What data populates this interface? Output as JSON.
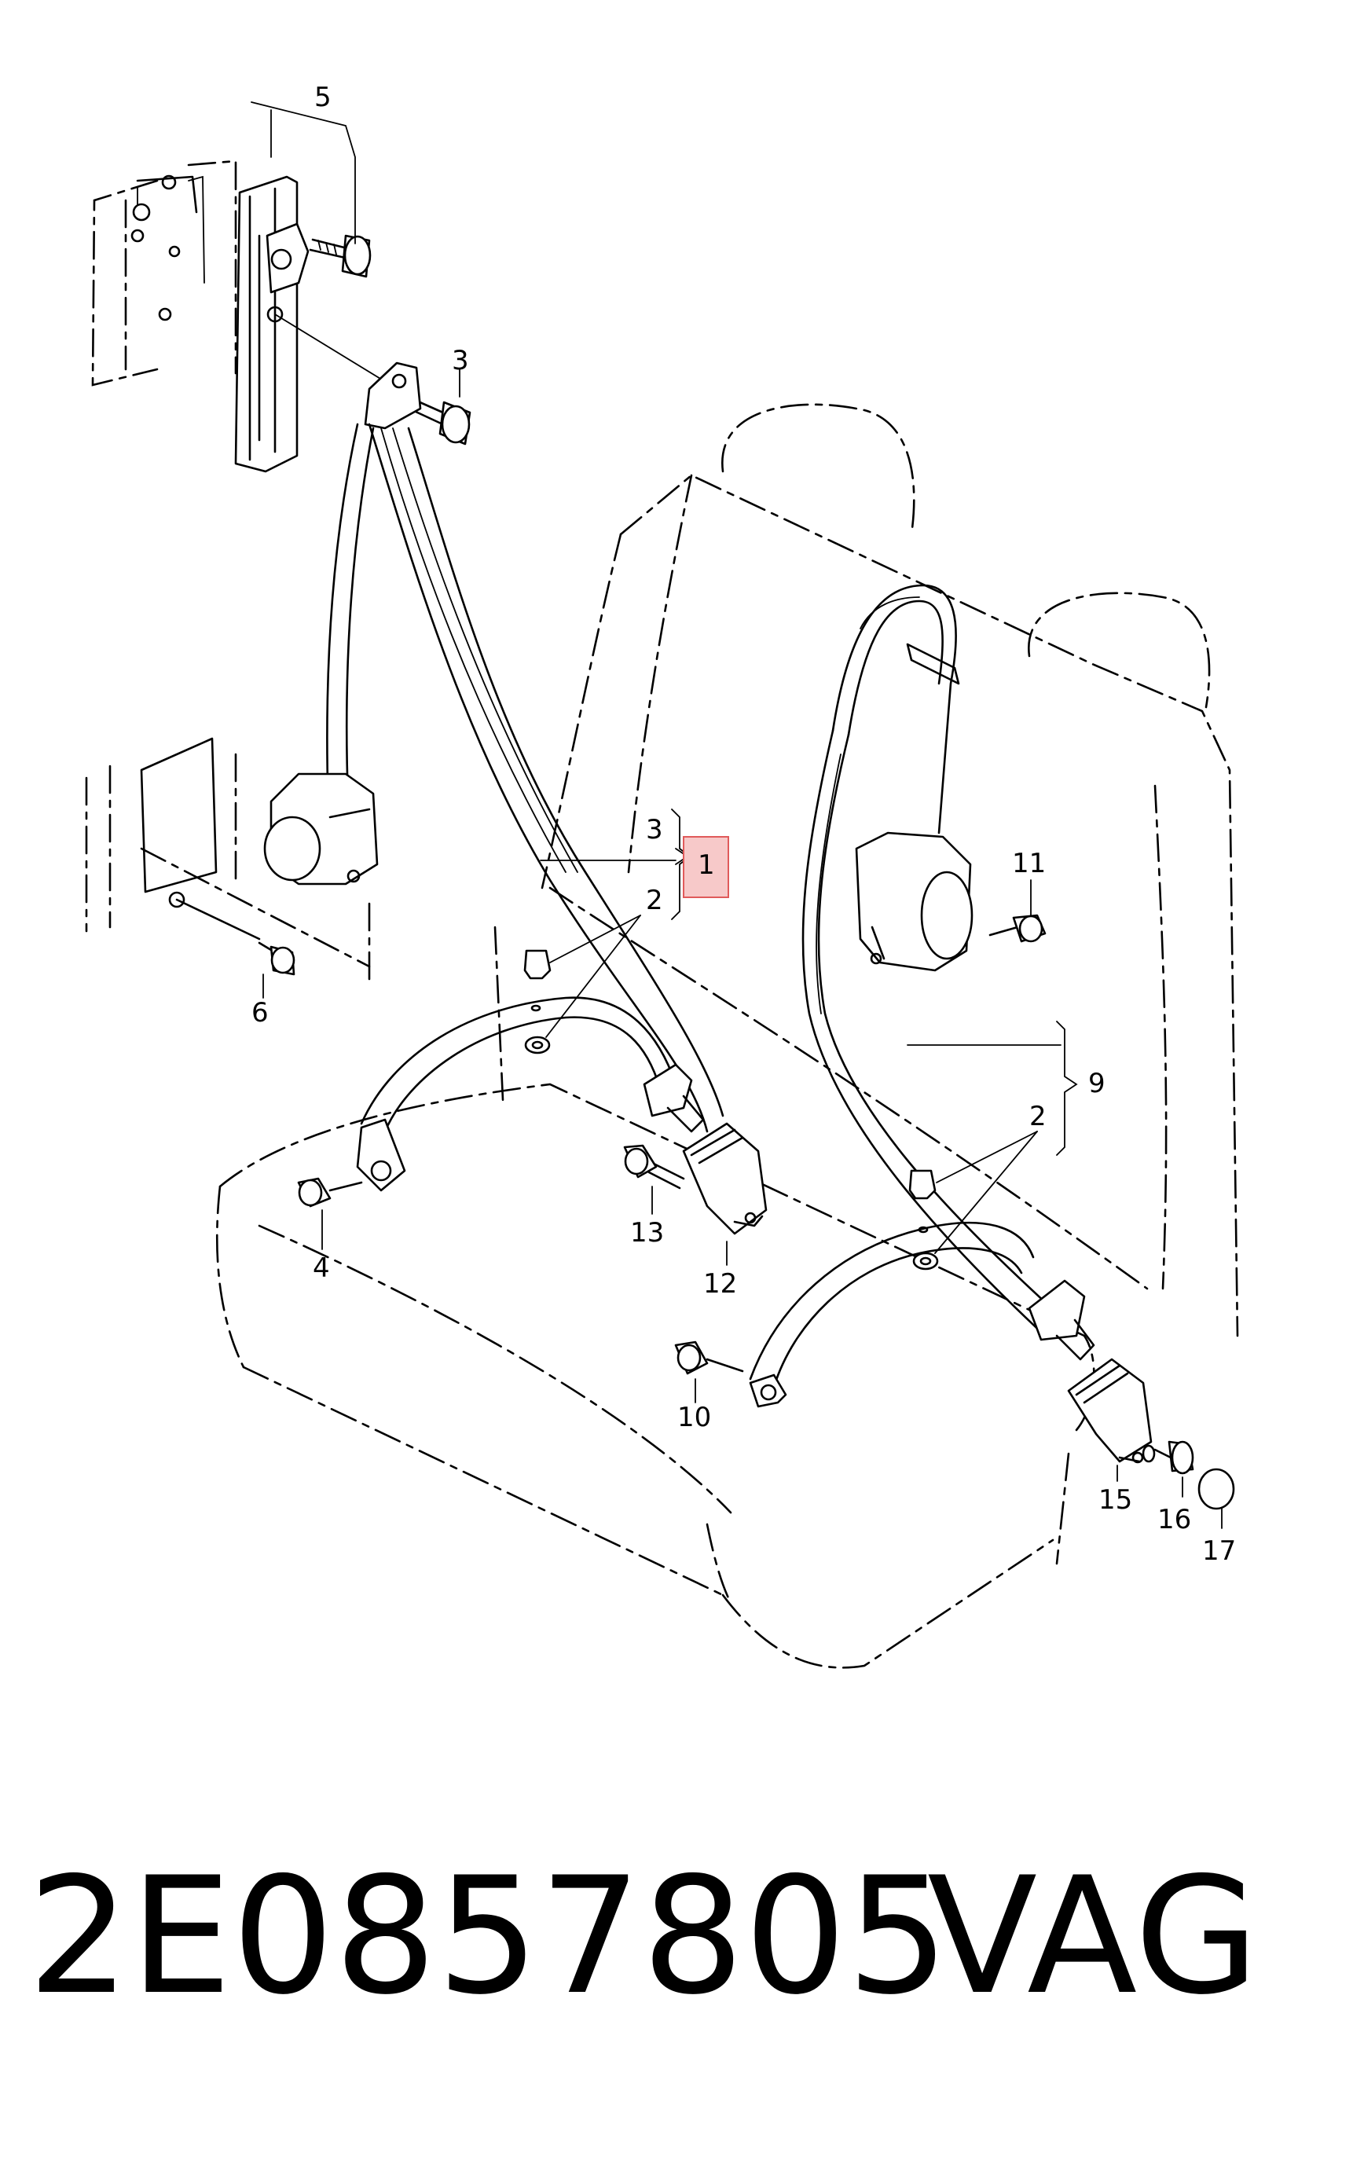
{
  "callouts": {
    "c1": "1",
    "c2a": "2",
    "c2b": "2",
    "c3a": "3",
    "c3b": "3",
    "c4": "4",
    "c5": "5",
    "c6": "6",
    "c9": "9",
    "c10": "10",
    "c11": "11",
    "c12": "12",
    "c13": "13",
    "c15": "15",
    "c16": "16",
    "c17": "17"
  },
  "part_number": "2E0857805",
  "brand": "VAG",
  "highlight": {
    "target": "1",
    "color": "#e05a5a",
    "fill": "#f7c9c9"
  }
}
